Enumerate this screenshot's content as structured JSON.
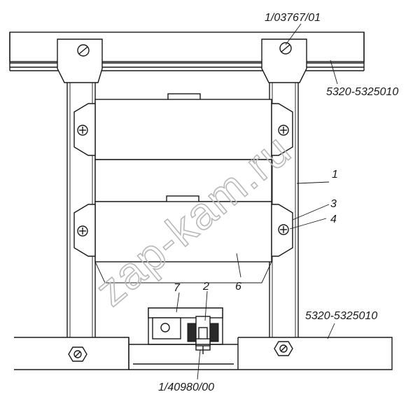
{
  "labels": {
    "part_top": "1/03767/01",
    "beam_top": "5320-5325010",
    "beam_bottom": "5320-5325010",
    "part_bottom": "1/40980/00",
    "n1": "1",
    "n2": "2",
    "n3": "3",
    "n4": "4",
    "n6": "6",
    "n7": "7"
  },
  "watermark": "zap-kam.ru",
  "icons": [
    "screw-icon",
    "cross-screw-icon",
    "nut-icon"
  ]
}
